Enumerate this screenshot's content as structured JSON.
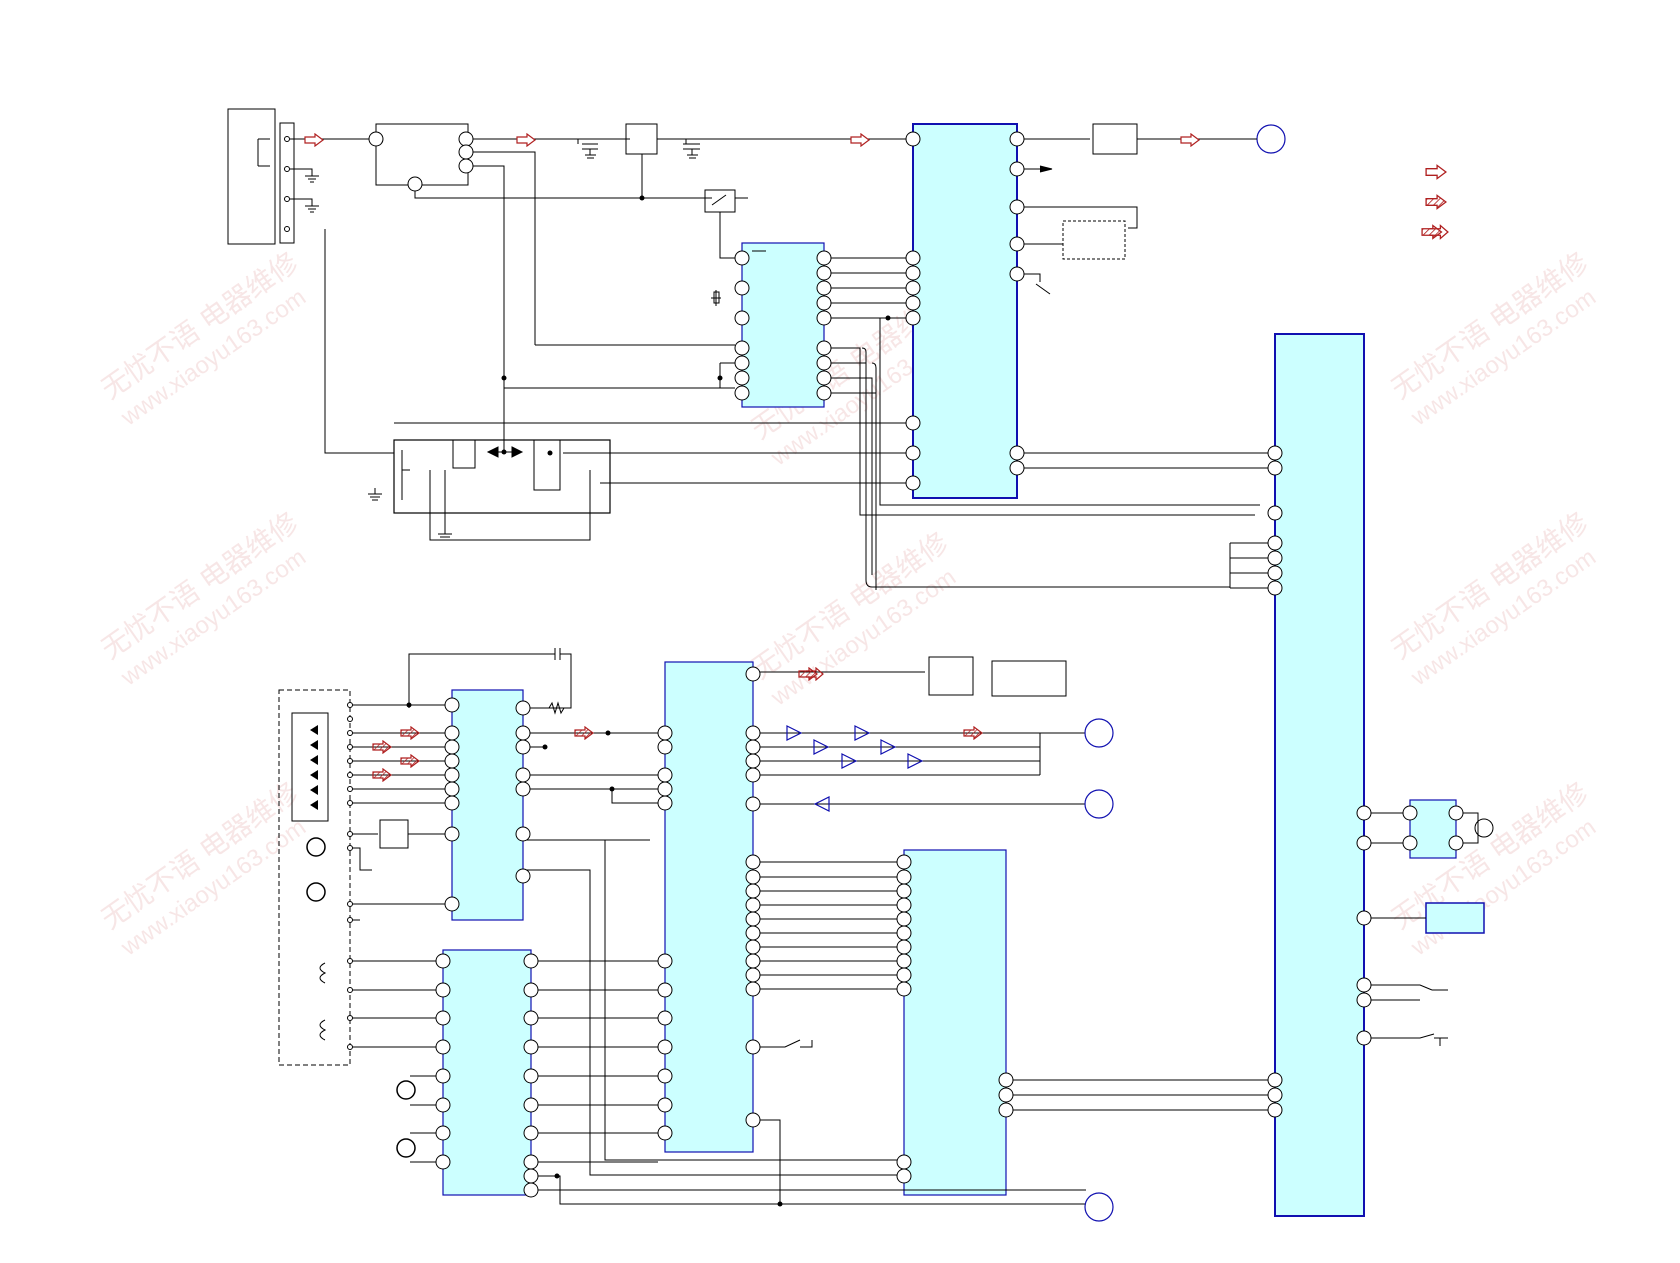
{
  "watermark": {
    "brand_cn": "无忧不语",
    "brand_cn2": "电器维修",
    "url": "www.xiaoyu163.com"
  },
  "colors": {
    "ic_fill": "#ccffff",
    "ic_stroke": "#1010b0",
    "wire": "#000000",
    "signal_arrow": "#b02020",
    "buffer": "#1010b0"
  },
  "legend": {
    "items": [
      {
        "icon": "hollow-arrow-icon"
      },
      {
        "icon": "hatched-arrow-icon"
      },
      {
        "icon": "double-hatched-arrow-icon"
      }
    ]
  }
}
